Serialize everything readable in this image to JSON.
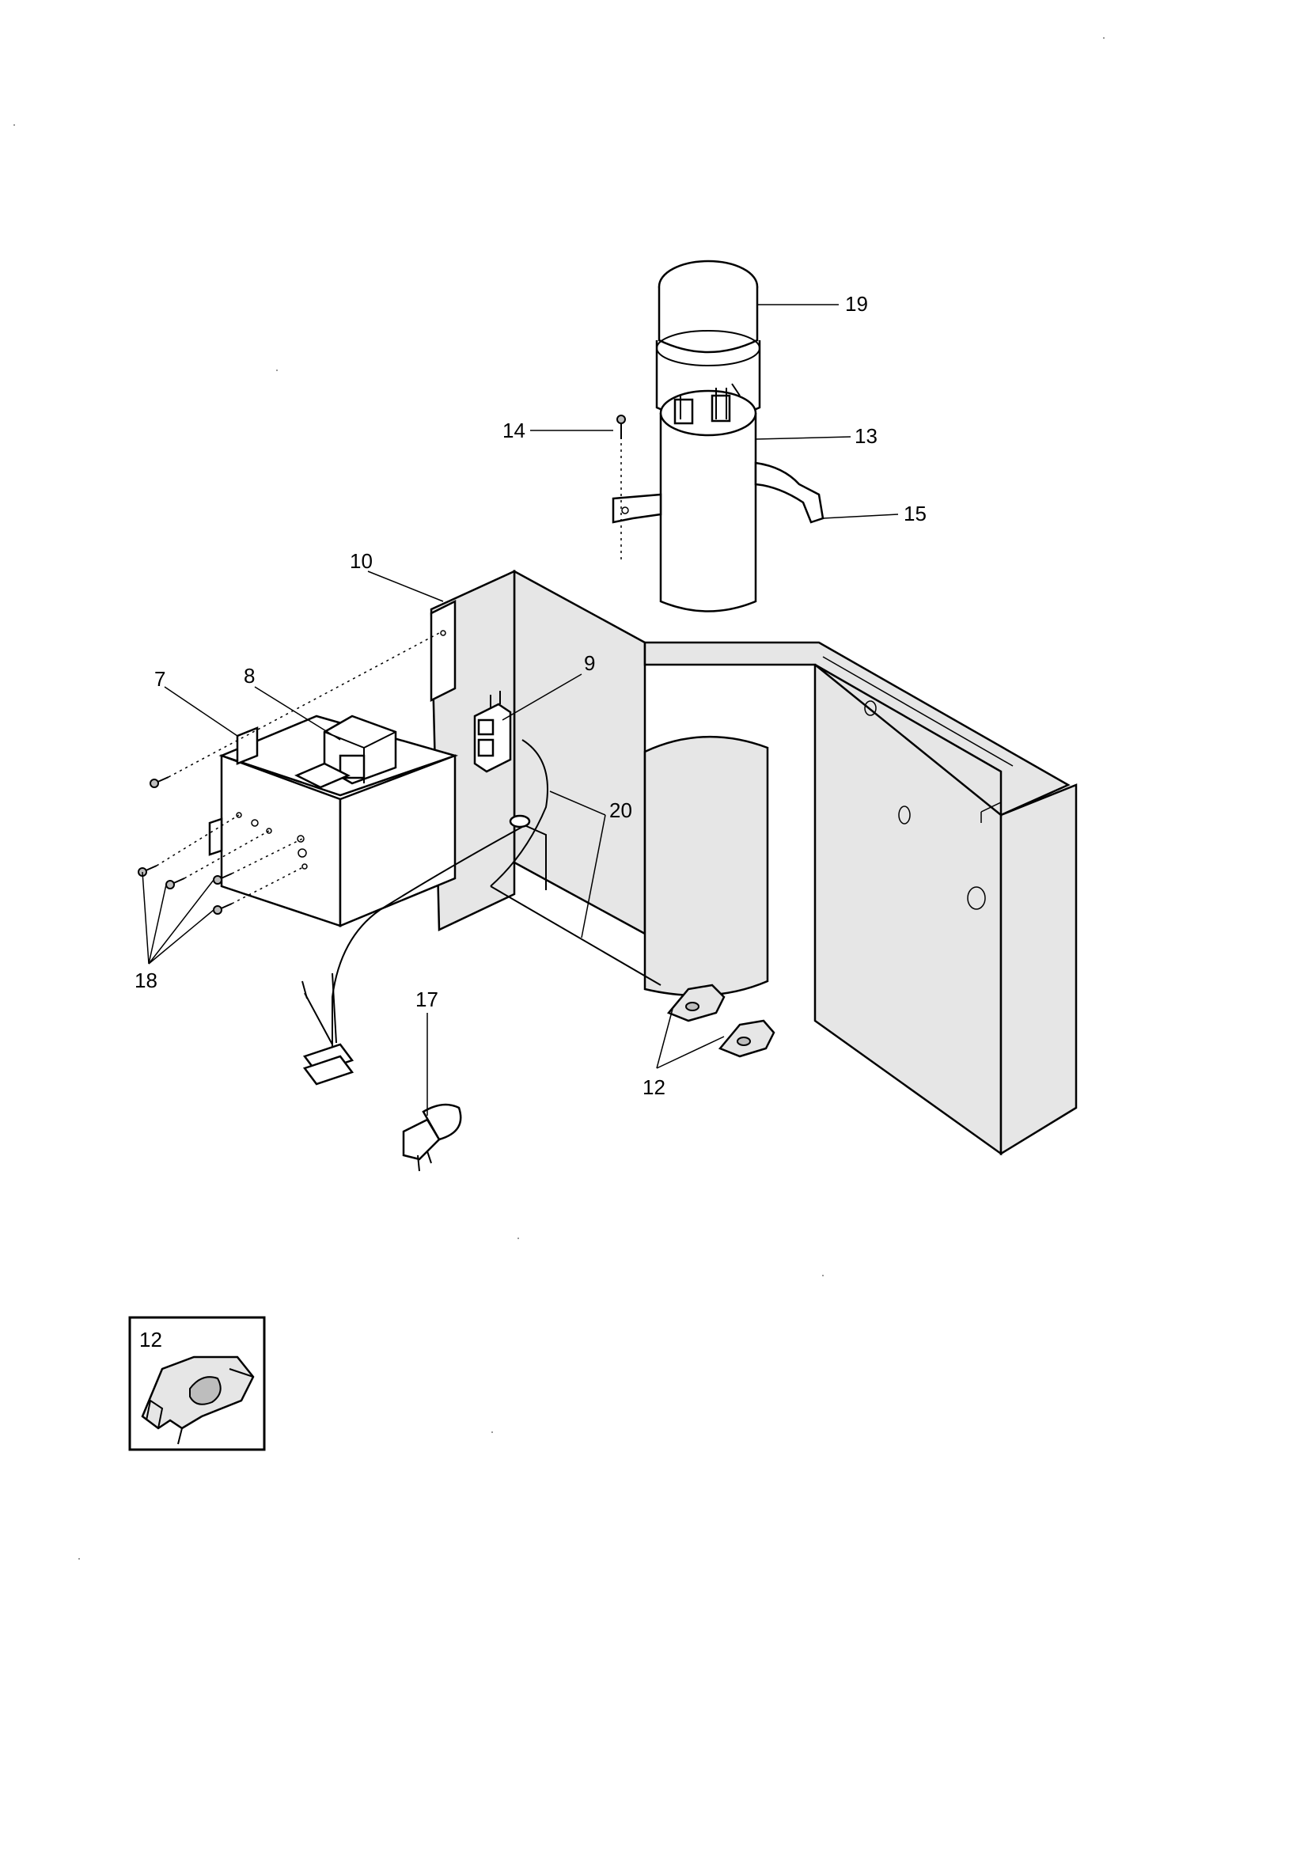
{
  "callouts": {
    "c7": "7",
    "c8": "8",
    "c9": "9",
    "c10": "10",
    "c12": "12",
    "c13": "13",
    "c14": "14",
    "c15": "15",
    "c17": "17",
    "c18": "18",
    "c19": "19",
    "c20": "20"
  },
  "inset": {
    "label": "12"
  }
}
